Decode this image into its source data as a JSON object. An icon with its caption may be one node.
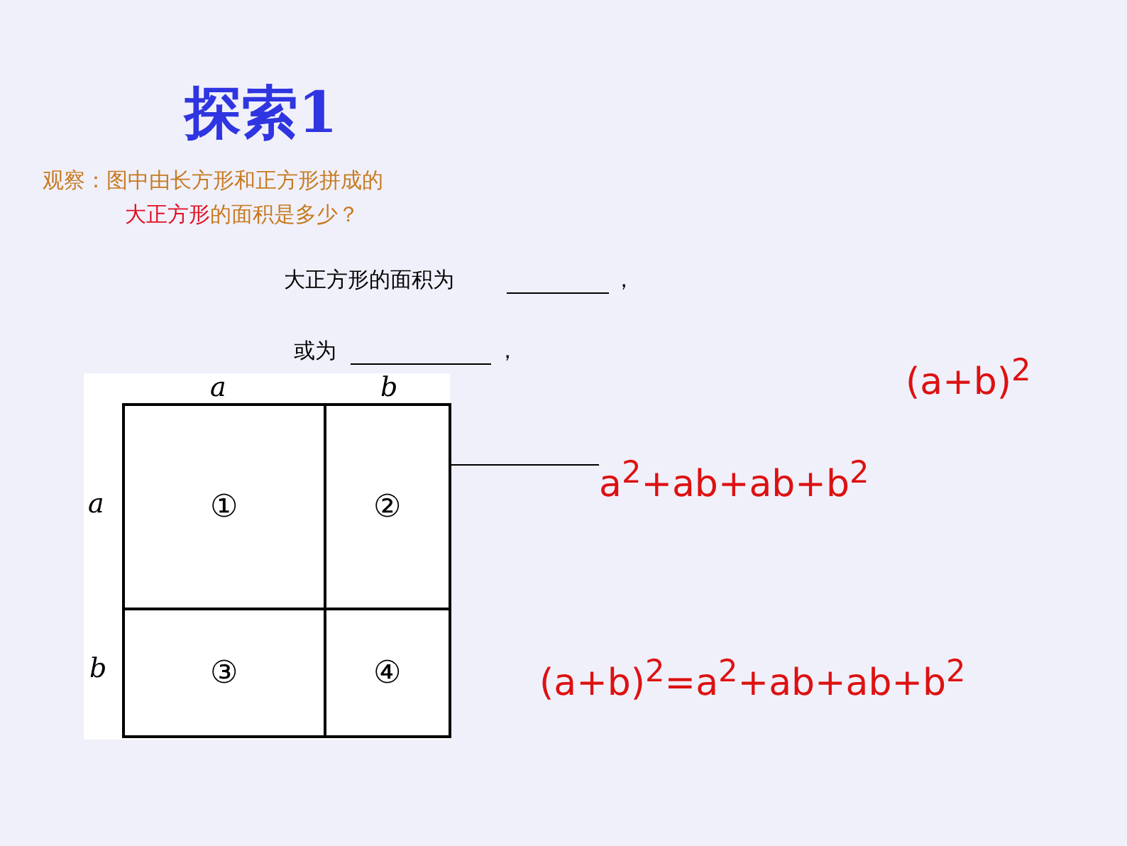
{
  "diagram": {
    "title": "探索1",
    "nodes": [
      {
        "text": [
          "①"
        ]
      },
      {
        "text": [
          "②"
        ]
      },
      {
        "text": [
          "③"
        ]
      },
      {
        "text": [
          "④"
        ]
      }
    ],
    "labels": [
      "观察：图中由长方形和正方形拼成的",
      "大正方形",
      "的面积是多少？",
      "大正方形的面积为",
      "，",
      "或为",
      "，",
      "(a+b)$^{2}$",
      "a",
      "b",
      "a$^{2}$+ab+ab+b$^{2}$",
      "a",
      "b",
      "(a+b)$^{2}$=a$^{2}$+ab+ab+b$^{2}$"
    ]
  }
}
